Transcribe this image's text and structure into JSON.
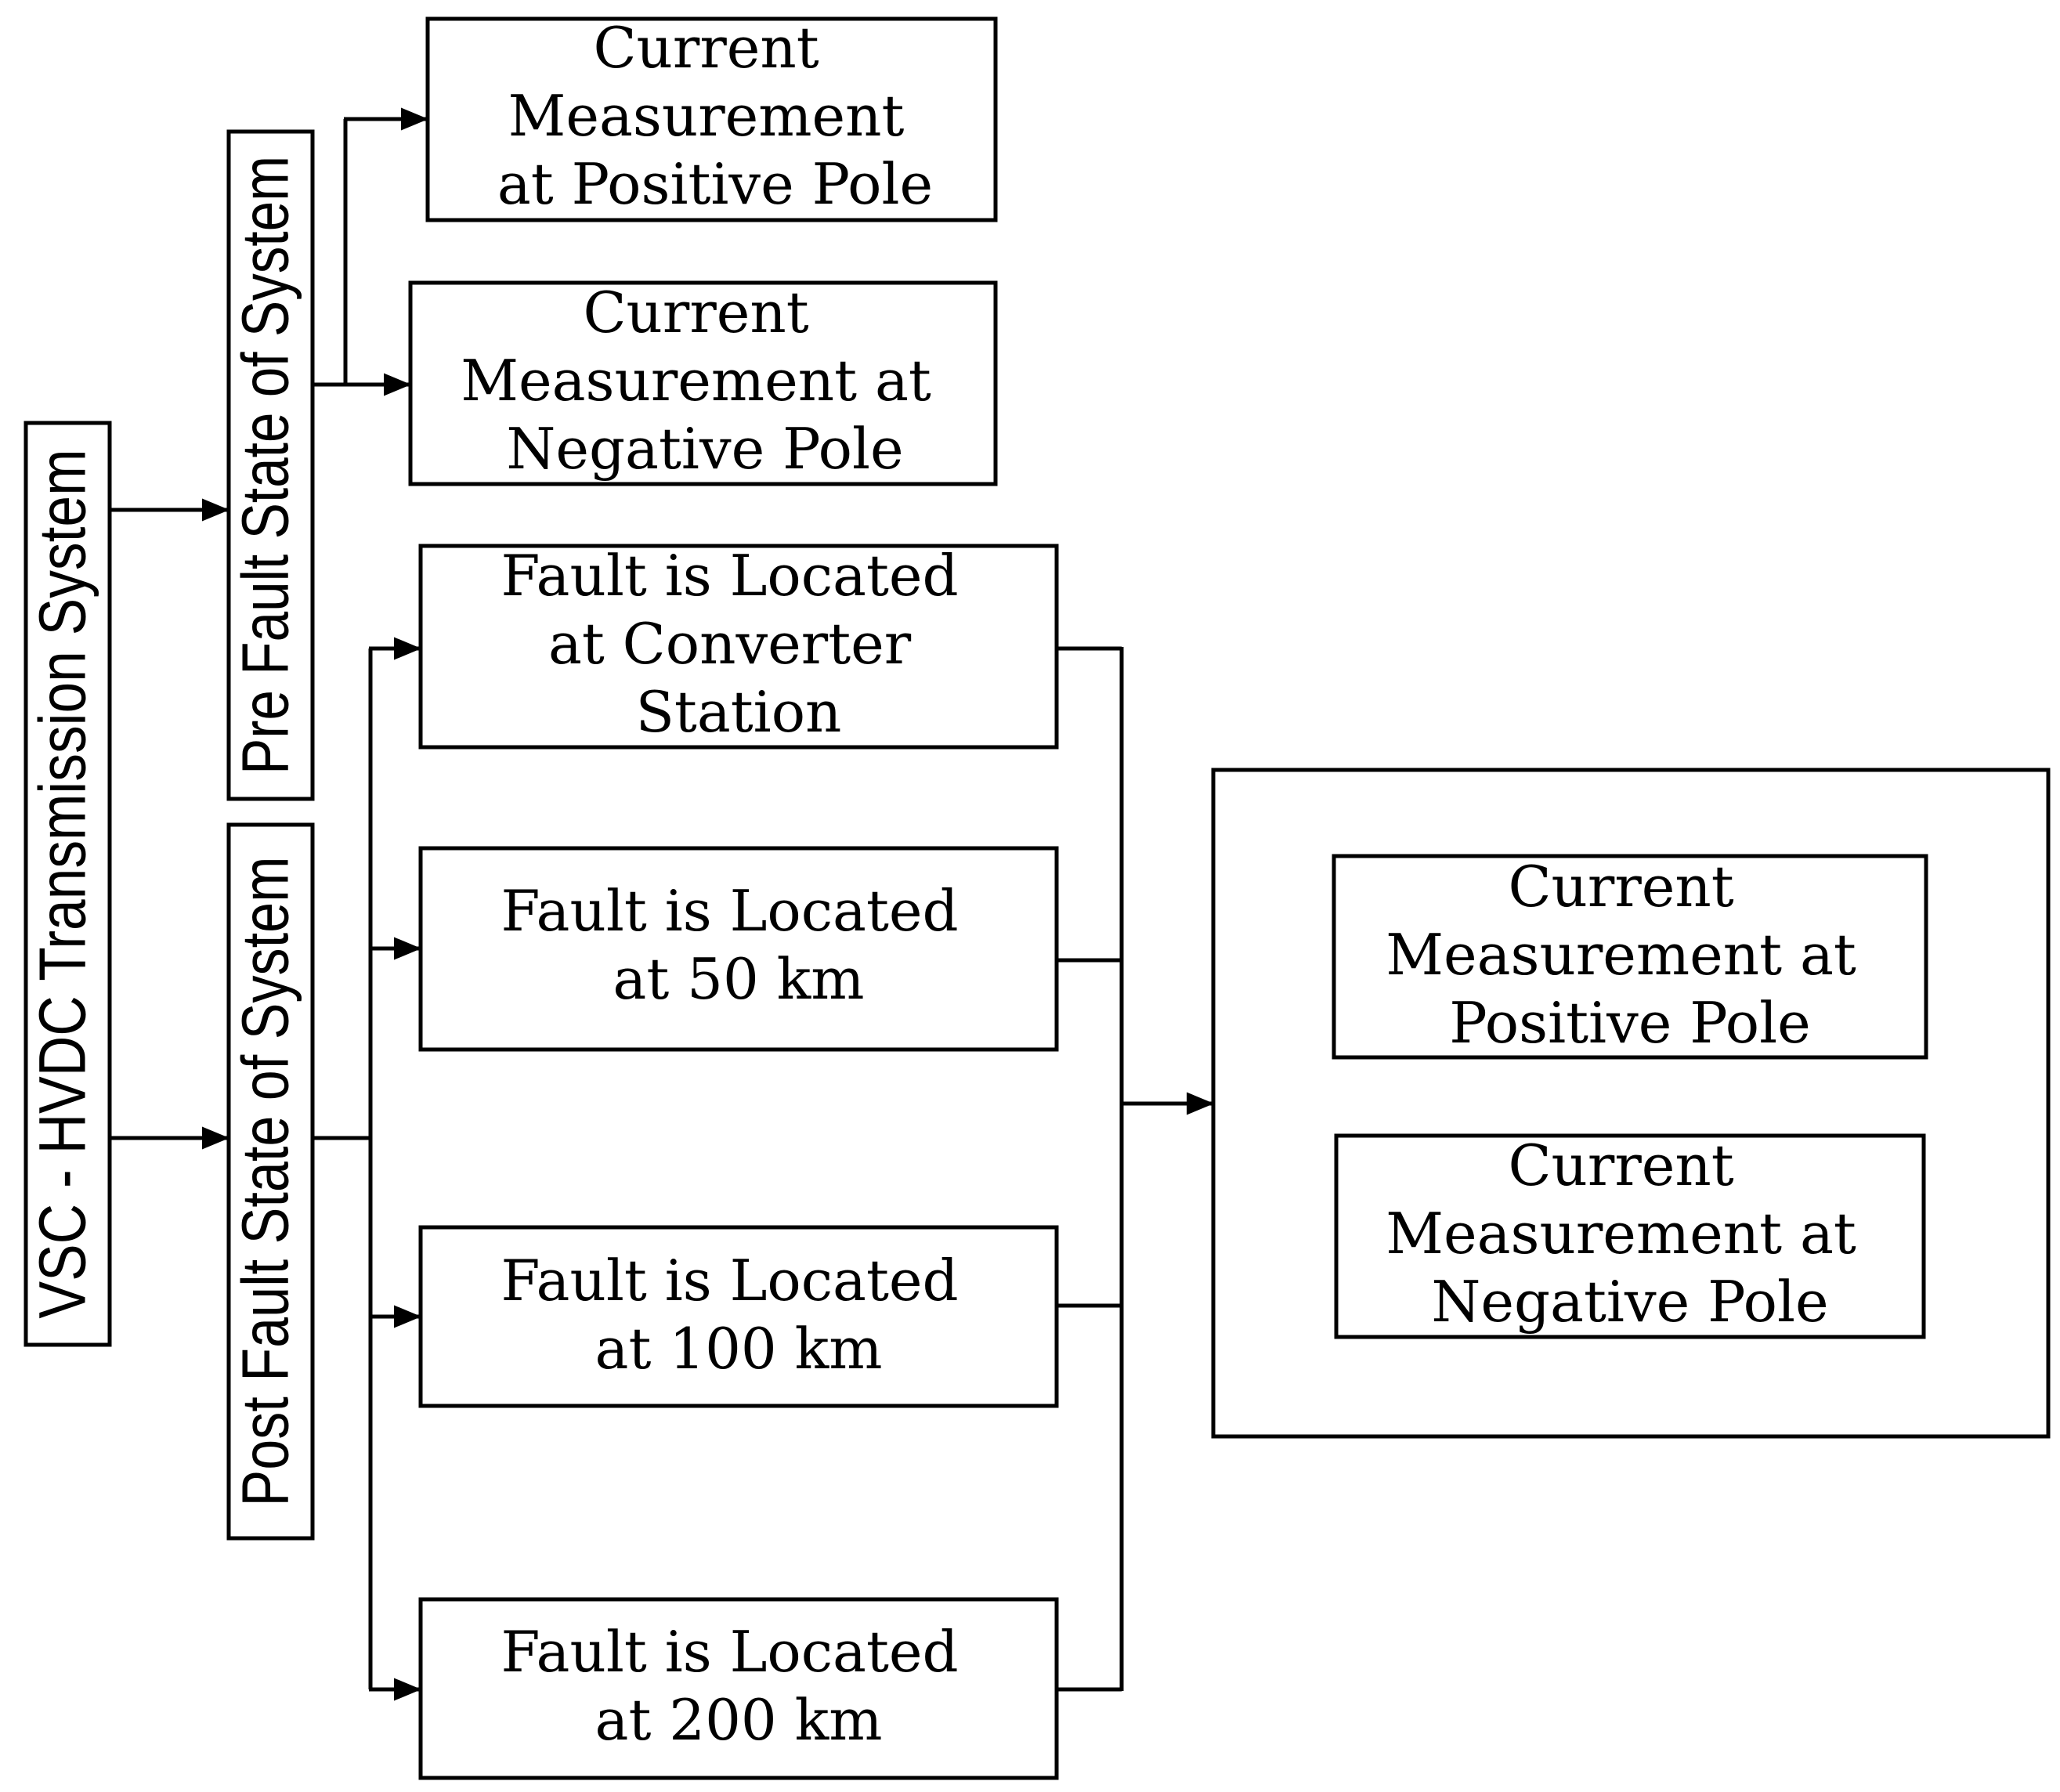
{
  "diagram": {
    "root": {
      "lines": [
        "VSC - HVDC Transmission System"
      ]
    },
    "pre_fault": {
      "lines": [
        "Pre Fault State of System"
      ],
      "outputs": [
        {
          "lines": [
            "Current",
            "Measurement",
            "at Positive Pole"
          ]
        },
        {
          "lines": [
            "Current",
            "Measurement at",
            "Negative Pole"
          ]
        }
      ]
    },
    "post_fault": {
      "lines": [
        "Post Fault State of System"
      ],
      "faults": [
        {
          "lines": [
            "Fault is Located",
            "at Converter",
            "Station"
          ]
        },
        {
          "lines": [
            "Fault is Located",
            "at 50 km"
          ]
        },
        {
          "lines": [
            "Fault is Located",
            "at 100 km"
          ]
        },
        {
          "lines": [
            "Fault is Located",
            "at 200 km"
          ]
        }
      ],
      "measurement_group": {
        "items": [
          {
            "lines": [
              "Current",
              "Measurement at",
              "Positive Pole"
            ]
          },
          {
            "lines": [
              "Current",
              "Measurement at",
              "Negative Pole"
            ]
          }
        ]
      }
    }
  }
}
